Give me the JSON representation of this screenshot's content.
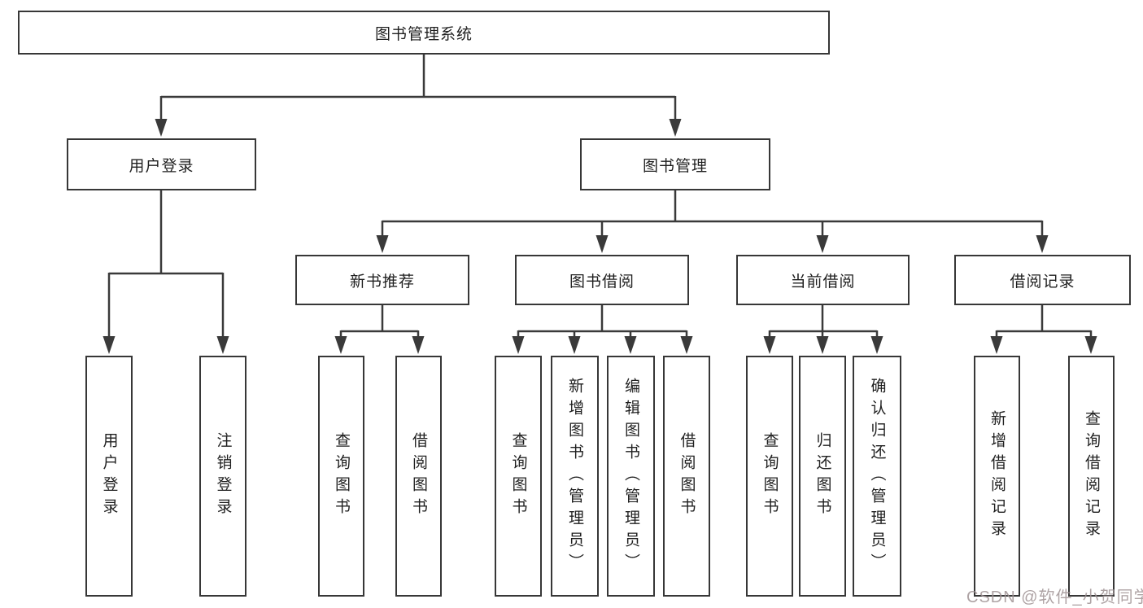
{
  "diagram_title": "图书管理系统",
  "colors": {
    "line": "#3a3a3a",
    "box_border": "#373737",
    "text": "#1f1f1f",
    "background": "#ffffff",
    "watermark": "#a09395"
  },
  "tree": {
    "root": {
      "label": "图书管理系统"
    },
    "branches": [
      {
        "label": "用户登录",
        "children": [
          {
            "label": "用户登录"
          },
          {
            "label": "注销登录"
          }
        ]
      },
      {
        "label": "图书管理",
        "children": [
          {
            "label": "新书推荐",
            "children": [
              {
                "label": "查询图书"
              },
              {
                "label": "借阅图书"
              }
            ]
          },
          {
            "label": "图书借阅",
            "children": [
              {
                "label": "查询图书"
              },
              {
                "label": "新增图书（管理员）"
              },
              {
                "label": "编辑图书（管理员）"
              },
              {
                "label": "借阅图书"
              }
            ]
          },
          {
            "label": "当前借阅",
            "children": [
              {
                "label": "查询图书"
              },
              {
                "label": "归还图书"
              },
              {
                "label": "确认归还（管理员）"
              }
            ]
          },
          {
            "label": "借阅记录",
            "children": [
              {
                "label": "新增借阅记录"
              },
              {
                "label": "查询借阅记录"
              }
            ]
          }
        ]
      }
    ]
  },
  "watermark": {
    "text": "CSDN @软件_小贺同学"
  }
}
